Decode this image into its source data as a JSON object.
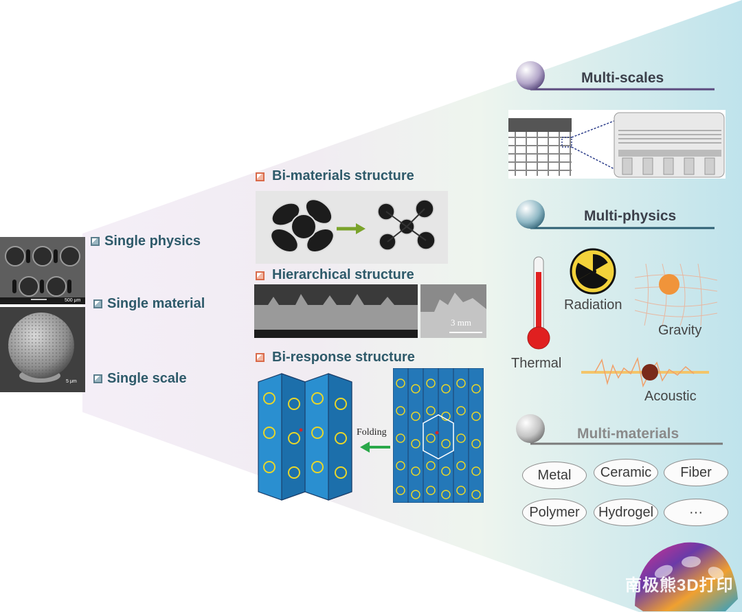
{
  "left": {
    "labels": [
      "Single physics",
      "Single material",
      "Single scale"
    ],
    "scale_bars": [
      "500 μm",
      "5 μm"
    ]
  },
  "middle": {
    "bimaterials": "Bi-materials structure",
    "hierarchical": "Hierarchical structure",
    "hierarchical_scale": "3 mm",
    "biresponse": "Bi-response structure",
    "folding": "Folding"
  },
  "right": {
    "multiscales": "Multi-scales",
    "multiphysics": "Multi-physics",
    "physics_items": [
      "Thermal",
      "Radiation",
      "Gravity",
      "Acoustic"
    ],
    "multimaterials": "Multi-materials",
    "materials": [
      "Metal",
      "Ceramic",
      "Fiber",
      "Polymer",
      "Hydrogel",
      "···"
    ]
  },
  "watermark": "南极熊3D打印",
  "colors": {
    "label_teal": "#2e5a6a",
    "accent_red": "#d96a4a",
    "arrow_green": "#2aa84a"
  }
}
